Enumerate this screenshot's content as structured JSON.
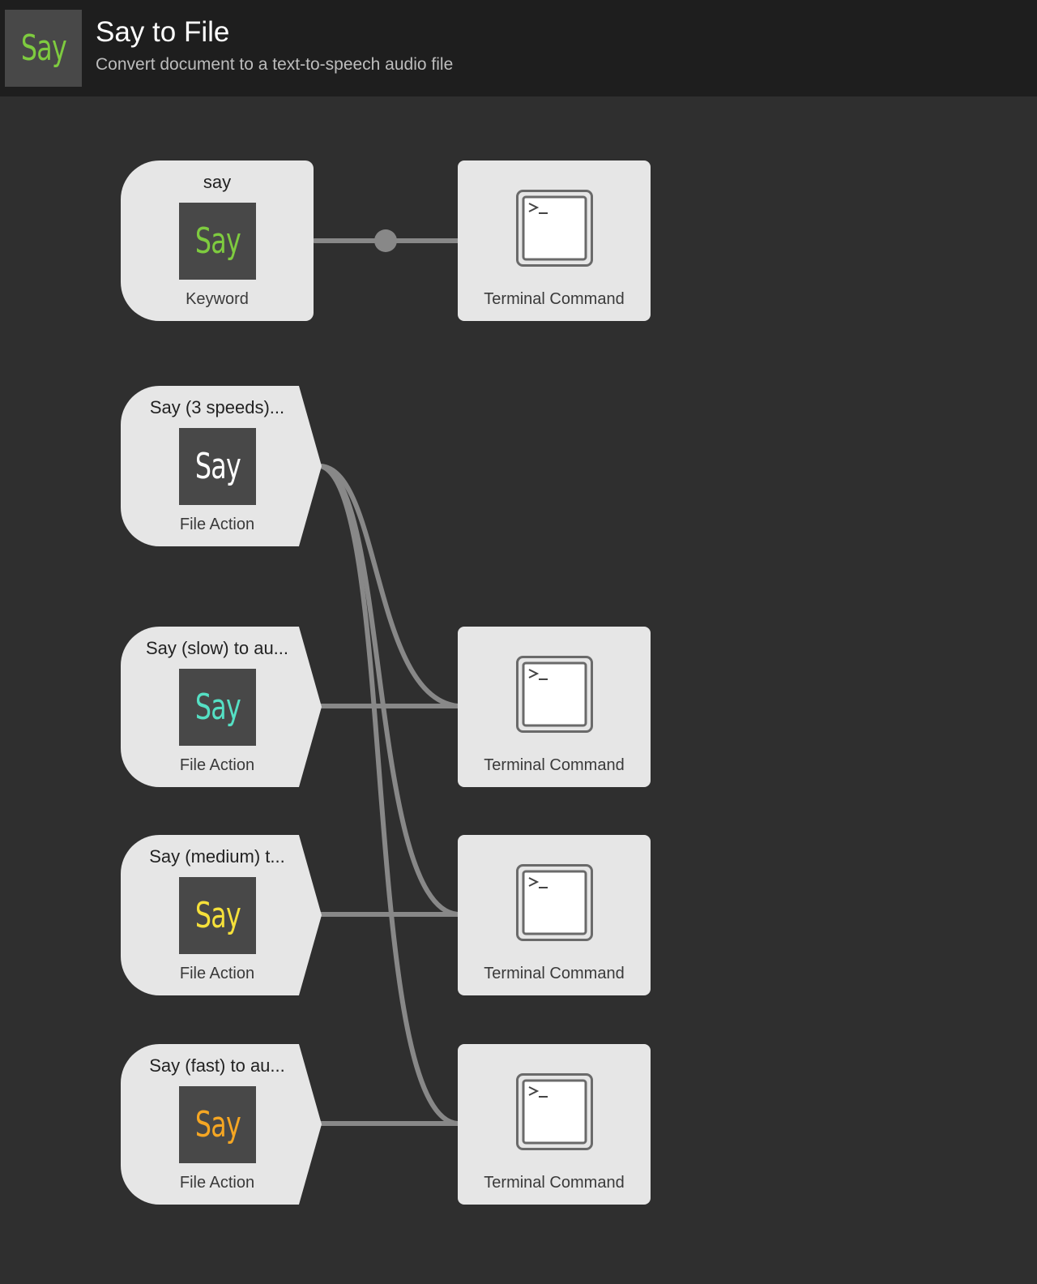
{
  "header": {
    "title": "Say to File",
    "subtitle": "Convert document to a text-to-speech audio file",
    "icon_text": "Say",
    "icon_color": "#7ecb3f"
  },
  "nodes": {
    "keyword": {
      "title": "say",
      "type_label": "Keyword",
      "icon_text": "Say",
      "icon_color": "#7ecb3f"
    },
    "fa_3speeds": {
      "title": "Say (3 speeds)...",
      "type_label": "File Action",
      "icon_text": "Say",
      "icon_color": "#ffffff"
    },
    "fa_slow": {
      "title": "Say (slow) to au...",
      "type_label": "File Action",
      "icon_text": "Say",
      "icon_color": "#55e0c4"
    },
    "fa_medium": {
      "title": "Say (medium) t...",
      "type_label": "File Action",
      "icon_text": "Say",
      "icon_color": "#f5e03a"
    },
    "fa_fast": {
      "title": "Say (fast) to au...",
      "type_label": "File Action",
      "icon_text": "Say",
      "icon_color": "#f5a623"
    },
    "term_1": {
      "type_label": "Terminal Command",
      "icon": "terminal-icon"
    },
    "term_2": {
      "type_label": "Terminal Command",
      "icon": "terminal-icon"
    },
    "term_3": {
      "type_label": "Terminal Command",
      "icon": "terminal-icon"
    },
    "term_4": {
      "type_label": "Terminal Command",
      "icon": "terminal-icon"
    }
  },
  "colors": {
    "canvas": "#2f2f2f",
    "header": "#1e1e1e",
    "node": "#e6e6e6",
    "connection": "#888888"
  }
}
